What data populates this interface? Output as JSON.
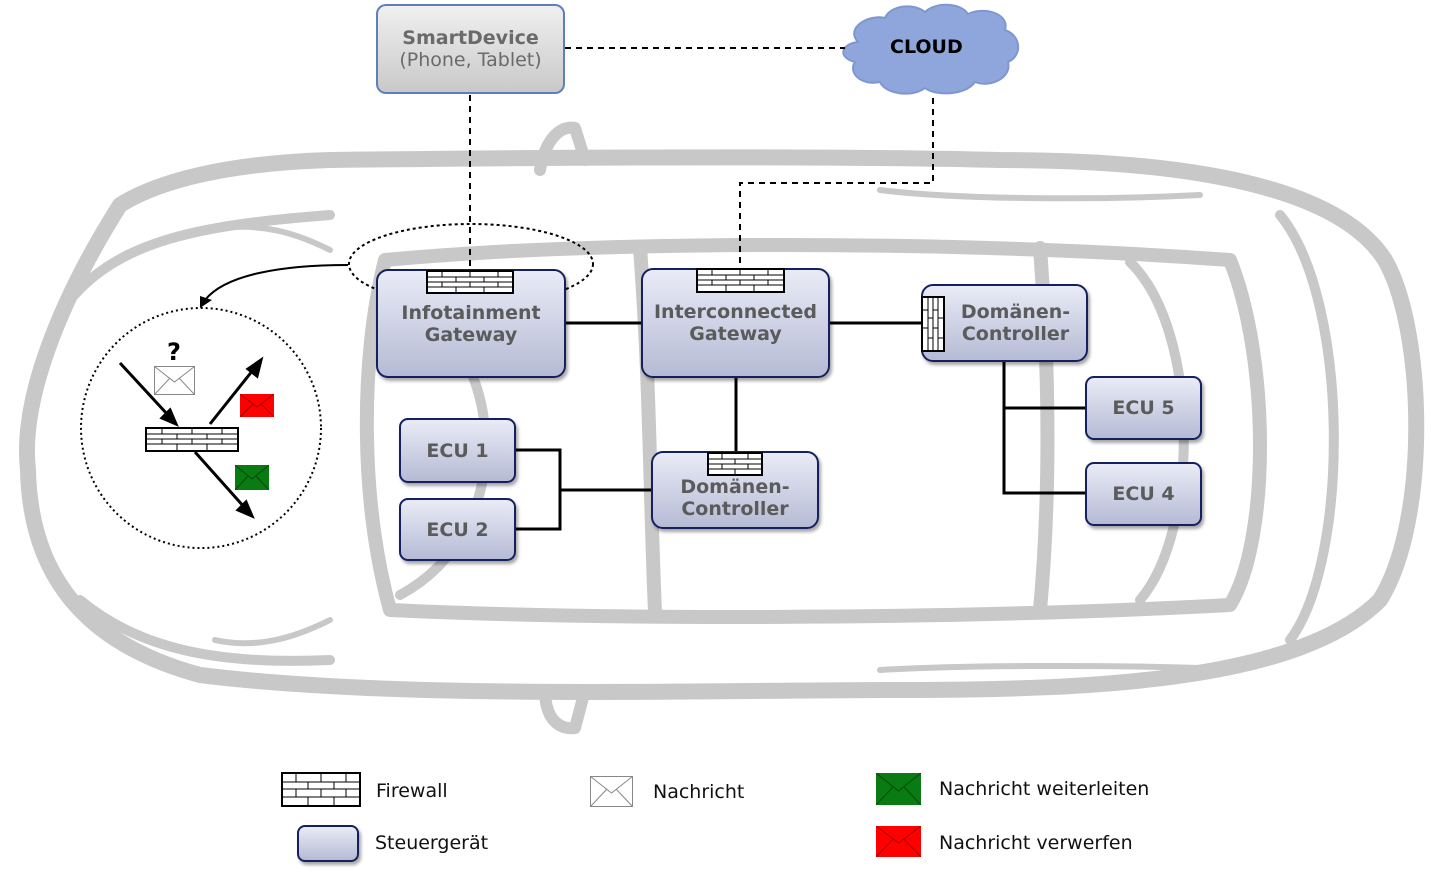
{
  "smart_device": {
    "title": "SmartDevice",
    "subtitle": "(Phone, Tablet)"
  },
  "cloud": {
    "label": "CLOUD"
  },
  "nodes": {
    "infotainment": [
      "Infotainment",
      "Gateway"
    ],
    "interconnected": [
      "Interconnected",
      "Gateway"
    ],
    "domain_right": [
      "Domänen-",
      "Controller"
    ],
    "domain_center": [
      "Domänen-",
      "Controller"
    ],
    "ecu1": "ECU 1",
    "ecu2": "ECU 2",
    "ecu4": "ECU 4",
    "ecu5": "ECU 5"
  },
  "zoom": {
    "question_mark": "?"
  },
  "legend": {
    "firewall": "Firewall",
    "message": "Nachricht",
    "forward": "Nachricht weiterleiten",
    "control_unit": "Steuergerät",
    "discard": "Nachricht verwerfen"
  },
  "colors": {
    "forward": "#0a7a12",
    "discard": "#ff0000",
    "car_outline": "#c8c8c8",
    "node_border": "#15205e",
    "cloud": "#8fa6dc"
  }
}
